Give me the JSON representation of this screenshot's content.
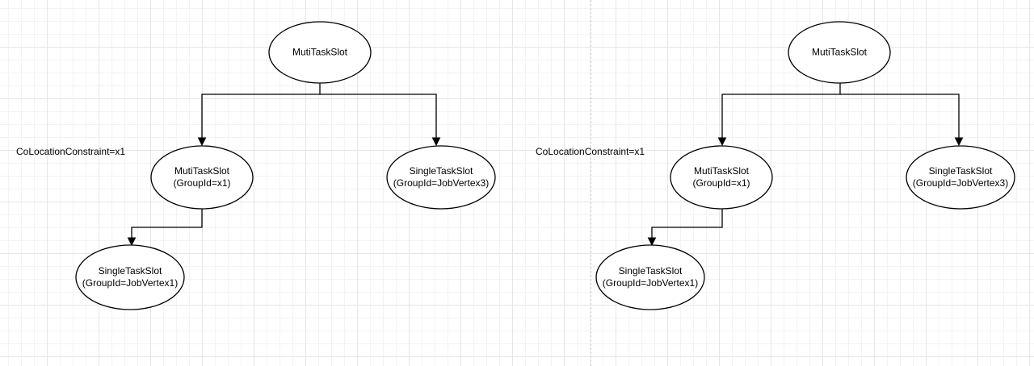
{
  "diagrams": [
    {
      "side_label": "CoLocationConstraint=x1",
      "nodes": {
        "root": {
          "line1": "MutiTaskSlot",
          "line2": ""
        },
        "group": {
          "line1": "MutiTaskSlot",
          "line2": "(GroupId=x1)"
        },
        "right": {
          "line1": "SingleTaskSlot",
          "line2": "(GroupId=JobVertex3)"
        },
        "leaf": {
          "line1": "SingleTaskSlot",
          "line2": "(GroupId=JobVertex1)"
        }
      }
    },
    {
      "side_label": "CoLocationConstraint=x1",
      "nodes": {
        "root": {
          "line1": "MutiTaskSlot",
          "line2": ""
        },
        "group": {
          "line1": "MutiTaskSlot",
          "line2": "(GroupId=x1)"
        },
        "right": {
          "line1": "SingleTaskSlot",
          "line2": "(GroupId=JobVertex3)"
        },
        "leaf": {
          "line1": "SingleTaskSlot",
          "line2": "(GroupId=JobVertex1)"
        }
      }
    }
  ],
  "colors": {
    "stroke": "#000000",
    "background": "#ffffff",
    "grid": "#e6e6e6"
  }
}
